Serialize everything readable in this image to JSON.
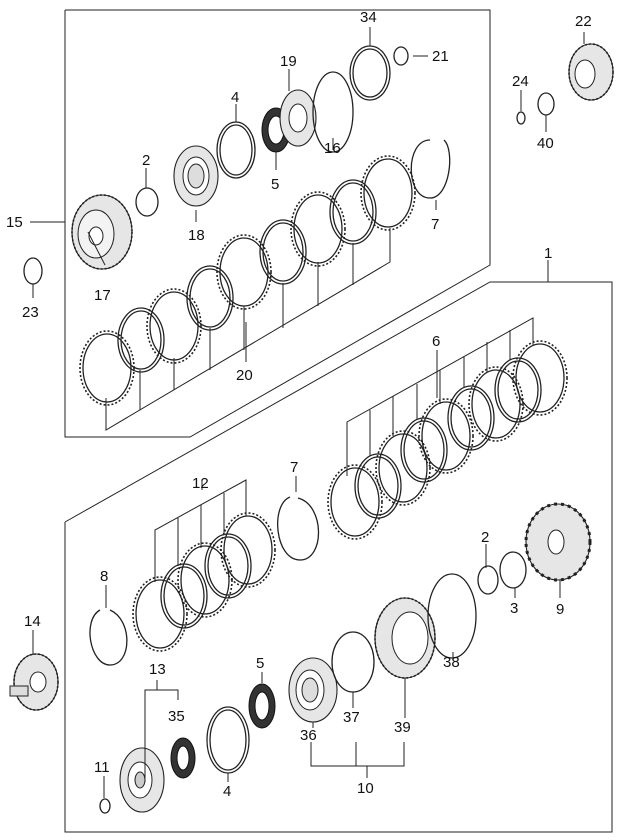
{
  "callouts": {
    "n1": "1",
    "n2a": "2",
    "n2b": "2",
    "n3": "3",
    "n4a": "4",
    "n4b": "4",
    "n5a": "5",
    "n5b": "5",
    "n6": "6",
    "n7a": "7",
    "n7b": "7",
    "n8": "8",
    "n9": "9",
    "n10": "10",
    "n11": "11",
    "n12": "12",
    "n13": "13",
    "n14": "14",
    "n15": "15",
    "n16": "16",
    "n17": "17",
    "n18": "18",
    "n19": "19",
    "n20": "20",
    "n21": "21",
    "n22": "22",
    "n23": "23",
    "n24": "24",
    "n34": "34",
    "n35": "35",
    "n36": "36",
    "n37": "37",
    "n38": "38",
    "n39": "39",
    "n40": "40"
  }
}
